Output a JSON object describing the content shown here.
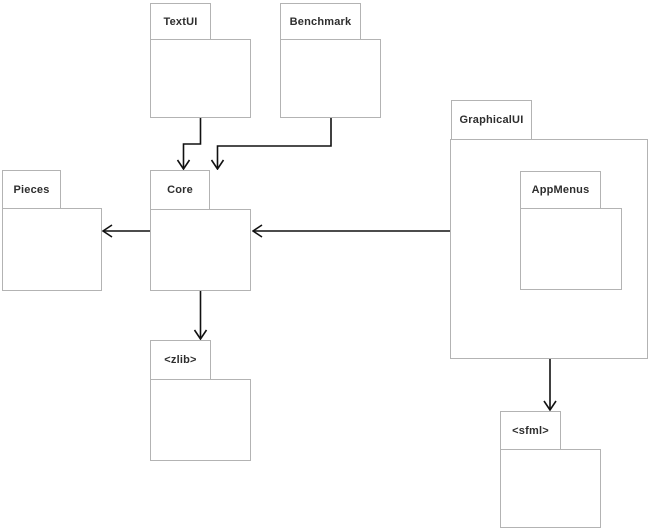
{
  "diagram": {
    "kind": "uml-package-dependency-diagram",
    "colors": {
      "background": "#ffffff",
      "package_border": "#b3b3b3",
      "package_fill": "#ffffff",
      "label_text": "#2e2e2e",
      "arrow": "#111111"
    },
    "packages": [
      {
        "id": "textui",
        "label": "TextUI"
      },
      {
        "id": "benchmark",
        "label": "Benchmark"
      },
      {
        "id": "graphicalui",
        "label": "GraphicalUI"
      },
      {
        "id": "appmenus",
        "label": "AppMenus",
        "parent": "graphicalui"
      },
      {
        "id": "pieces",
        "label": "Pieces"
      },
      {
        "id": "core",
        "label": "Core"
      },
      {
        "id": "zlib",
        "label": "<zlib>"
      },
      {
        "id": "sfml",
        "label": "<sfml>"
      }
    ],
    "edges": [
      {
        "from": "TextUI",
        "to": "Core"
      },
      {
        "from": "Benchmark",
        "to": "Core"
      },
      {
        "from": "Core",
        "to": "Pieces"
      },
      {
        "from": "GraphicalUI",
        "to": "Core"
      },
      {
        "from": "Core",
        "to": "<zlib>"
      },
      {
        "from": "GraphicalUI",
        "to": "<sfml>"
      }
    ]
  }
}
